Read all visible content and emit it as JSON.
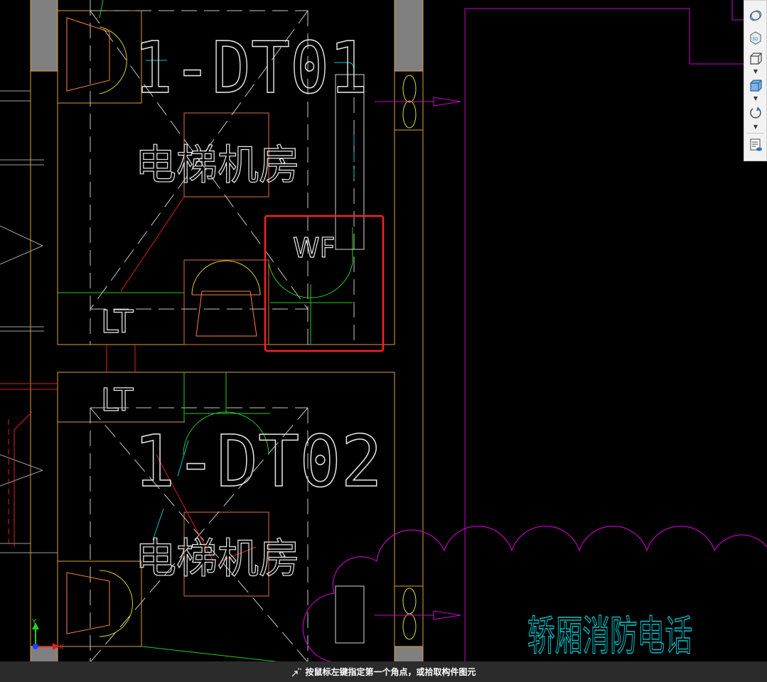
{
  "drawing": {
    "room_tag_upper": "1-DT01",
    "room_tag_lower": "1-DT02",
    "machine_room_upper": "电梯机房",
    "machine_room_lower": "电梯机房",
    "wf_label": "WF",
    "lt_label_upper": "LT",
    "lt_label_lower": "LT",
    "cloud_annotation": "轿厢消防电话",
    "axis_y": "Y",
    "axis_x": "X"
  },
  "toolbar": {
    "items": [
      {
        "name": "orbit-icon"
      },
      {
        "name": "3d-view-icon"
      },
      {
        "name": "view-cube-icon"
      },
      {
        "name": "shaded-cube-icon"
      },
      {
        "name": "rotate-icon"
      },
      {
        "name": "layer-display-icon"
      }
    ]
  },
  "status": {
    "prompt": "按鼠标左键指定第一个角点，或拾取构件图元"
  },
  "colors": {
    "background": "#000000",
    "wall_orange": "#e0a040",
    "magenta": "#d000d0",
    "cyan": "#00c8d0",
    "green": "#20d020",
    "selection_red": "#ff2020"
  }
}
